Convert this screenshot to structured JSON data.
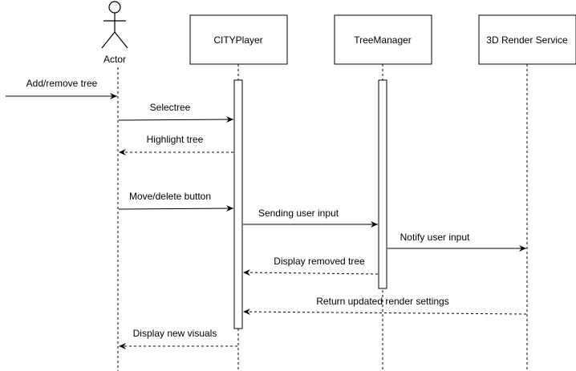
{
  "actor": {
    "label": "Actor"
  },
  "participants": [
    {
      "label": "CITYPlayer"
    },
    {
      "label": "TreeManager"
    },
    {
      "label": "3D Render Service"
    }
  ],
  "messages": [
    {
      "label": "Add/remove tree",
      "from": "external",
      "to": "actor",
      "style": "solid"
    },
    {
      "label": "Selectree",
      "from": "actor",
      "to": "CITYPlayer",
      "style": "solid"
    },
    {
      "label": "Highlight tree",
      "from": "CITYPlayer",
      "to": "actor",
      "style": "dashed"
    },
    {
      "label": "Move/delete button",
      "from": "actor",
      "to": "CITYPlayer",
      "style": "solid"
    },
    {
      "label": "Sending user input",
      "from": "CITYPlayer",
      "to": "TreeManager",
      "style": "solid"
    },
    {
      "label": "Notify user input",
      "from": "TreeManager",
      "to": "3D Render Service",
      "style": "solid"
    },
    {
      "label": "Display removed tree",
      "from": "TreeManager",
      "to": "CITYPlayer",
      "style": "dashed"
    },
    {
      "label": "Return updated render settings",
      "from": "3D Render Service",
      "to": "CITYPlayer",
      "style": "dashed"
    },
    {
      "label": "Display new visuals",
      "from": "CITYPlayer",
      "to": "actor",
      "style": "dashed"
    }
  ],
  "colors": {
    "line": "#000000",
    "background": "#ffffff"
  }
}
